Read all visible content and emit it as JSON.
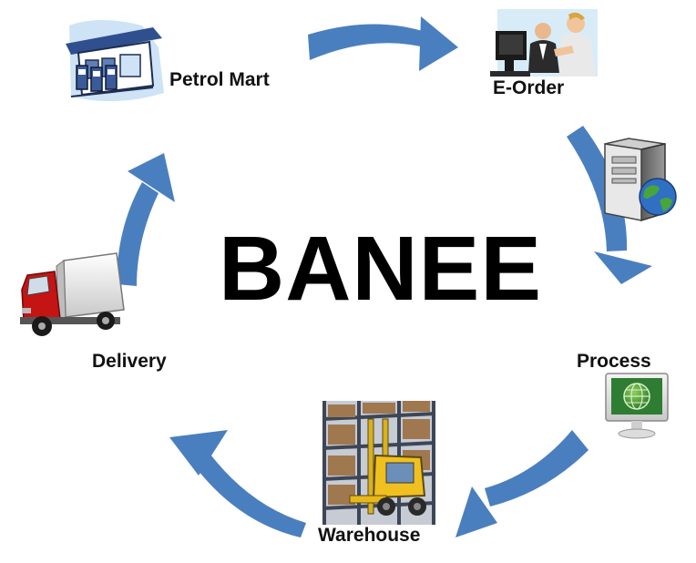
{
  "diagram": {
    "title": "BANEE",
    "arrow_color": "#4a7fbf",
    "nodes": [
      {
        "id": "petrol-mart",
        "label": "Petrol Mart",
        "icon": "gas-station-icon"
      },
      {
        "id": "e-order",
        "label": "E-Order",
        "icon": "office-workers-computer-icon"
      },
      {
        "id": "server",
        "label": "",
        "icon": "server-globe-icon"
      },
      {
        "id": "process",
        "label": "Process",
        "icon": "monitor-globe-icon"
      },
      {
        "id": "warehouse",
        "label": "Warehouse",
        "icon": "forklift-warehouse-icon"
      },
      {
        "id": "delivery",
        "label": "Delivery",
        "icon": "delivery-truck-icon"
      }
    ]
  }
}
